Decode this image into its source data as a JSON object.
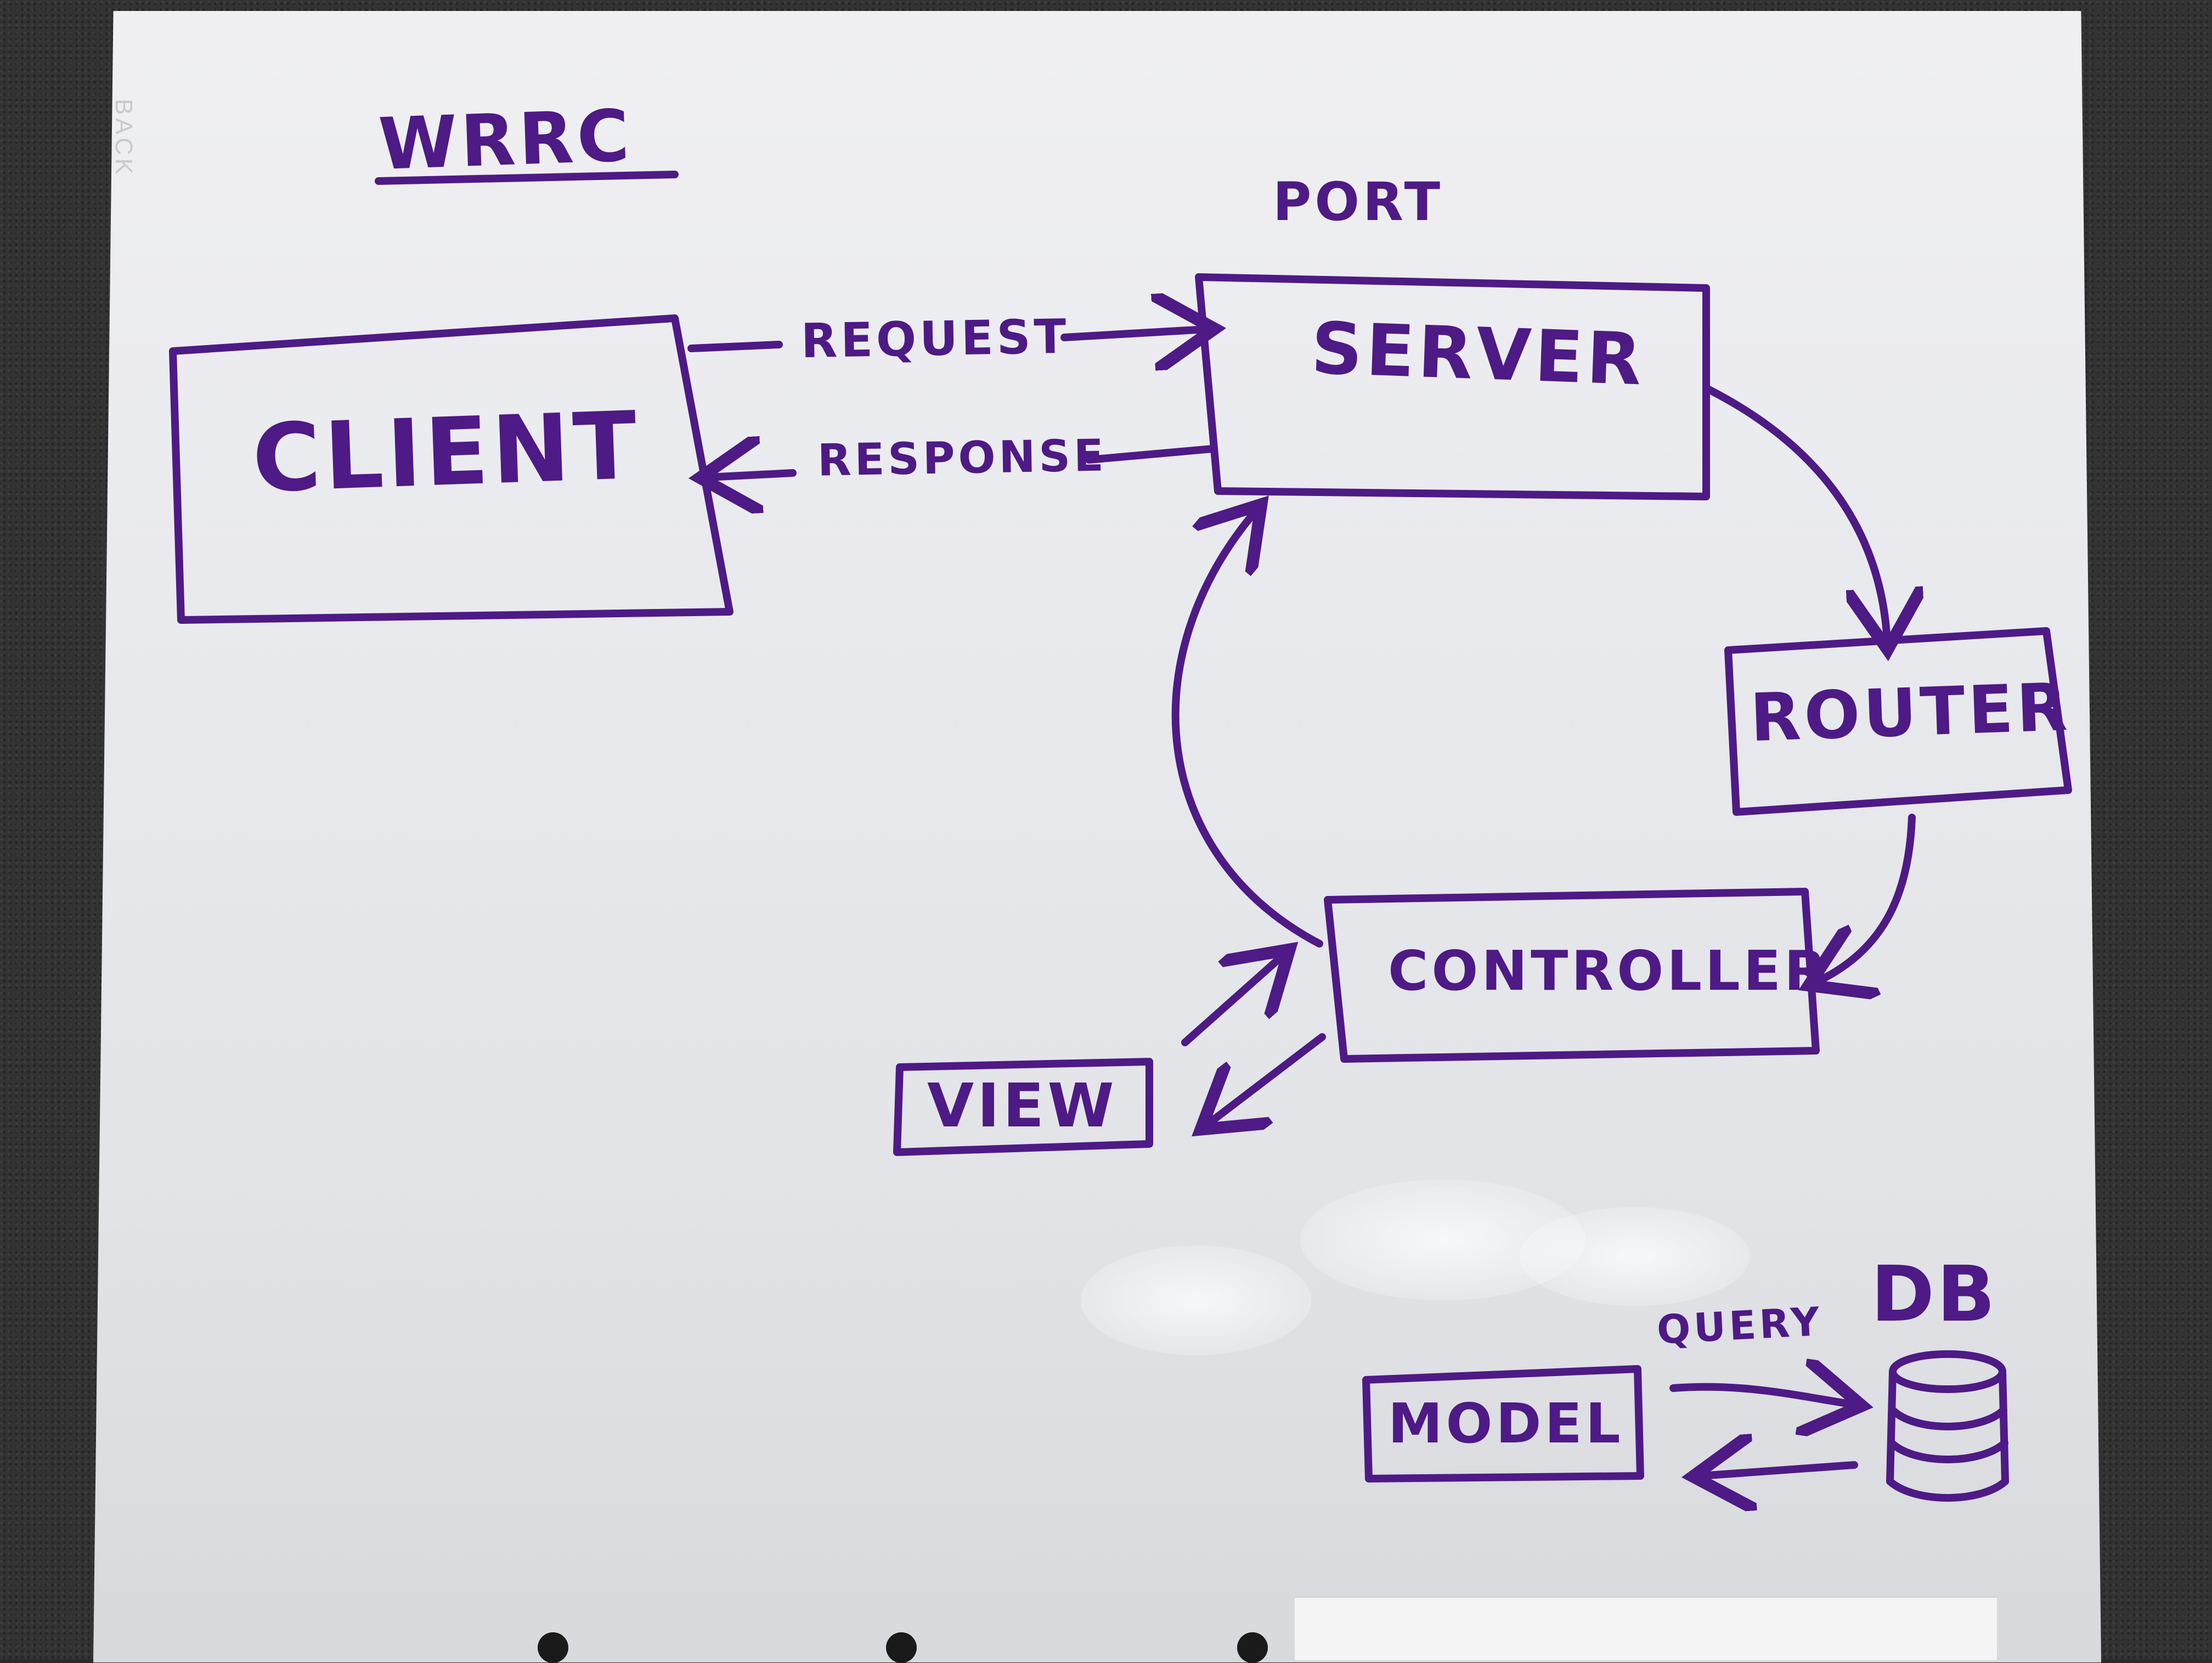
{
  "colors": {
    "ink": "#4e1a86",
    "board": "#ebecef",
    "background": "#2b2b2b"
  },
  "board": {
    "edge_label": "BACK"
  },
  "diagram": {
    "title": "WRRC",
    "port_label": "PORT",
    "nodes": {
      "client": "CLIENT",
      "server": "SERVER",
      "router": "ROUTER",
      "controller": "CONTROLLER",
      "view": "VIEW",
      "model": "MODEL",
      "db": "DB"
    },
    "edges": {
      "request": "REQUEST",
      "response": "RESPONSE",
      "query": "QUERY"
    }
  }
}
